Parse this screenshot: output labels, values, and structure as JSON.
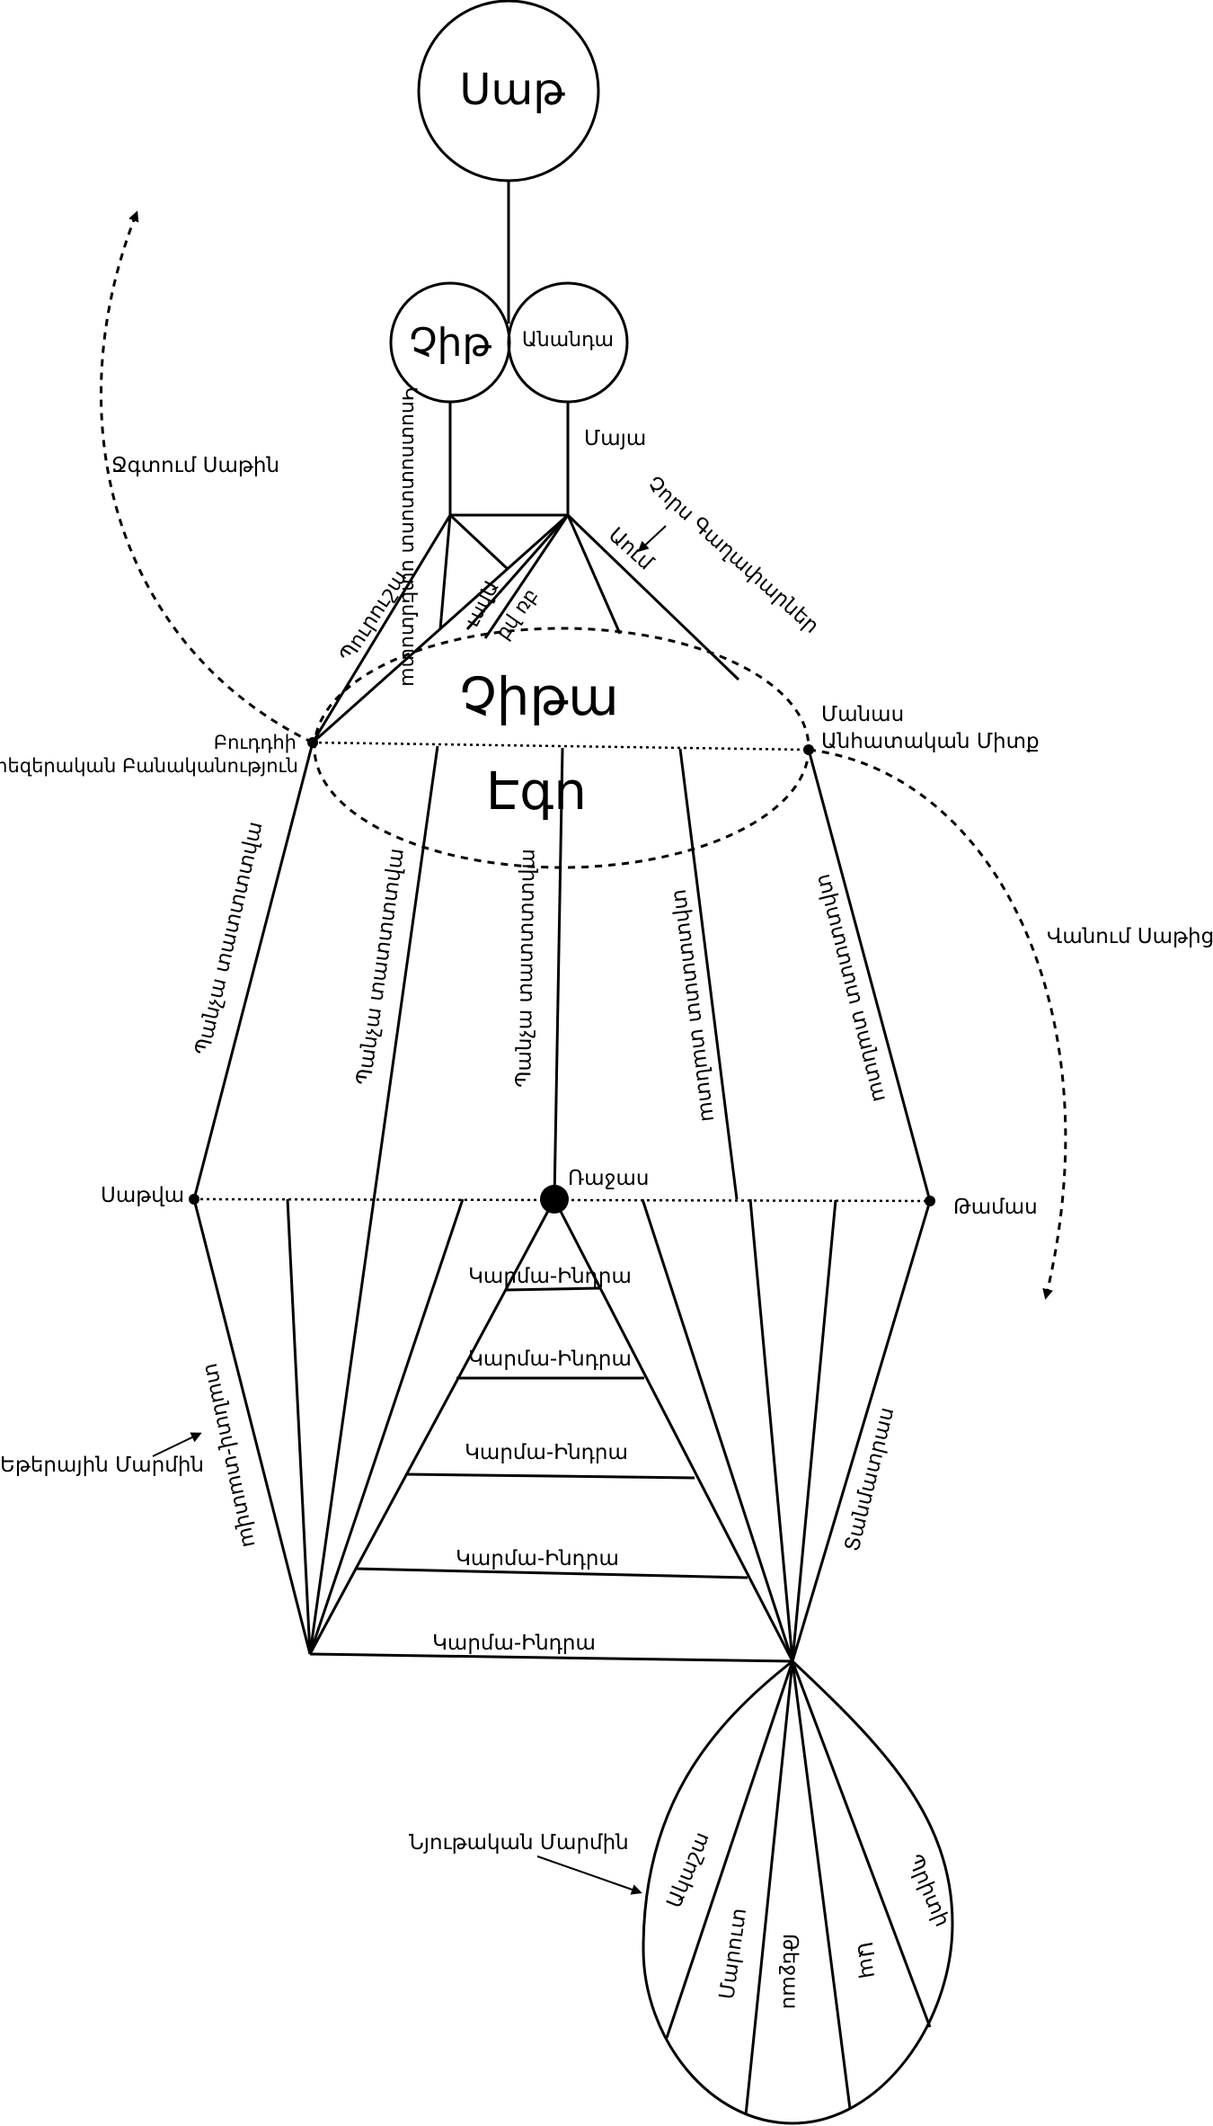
{
  "circles": {
    "sat": "Սաթ",
    "chit": "Չիթ",
    "ananda": "Անանդա"
  },
  "chit_stem_label": "Կոստոստտսոտ ստեմտստա",
  "maya": "Մայա",
  "aum": "Աում",
  "chor_gaghaparner": "Չորս Գաղափարներ",
  "purusha": "Պուրուշա",
  "leaf_labels": {
    "left1": "ւսվԱ",
    "left2": "բվ ռբ",
    "kala": "Կալա"
  },
  "chitta": "Չիթա",
  "ego": "Էգո",
  "left_node": {
    "name": "Բուդդհի",
    "sub": "Տիեզերական Բանականություն"
  },
  "right_node": {
    "line1": "Մանաս",
    "line2": "Անհատական Միտք"
  },
  "left_arc": "Ջգտում Սաթին",
  "right_arc": "Վանում Սաթից",
  "mid_labels": [
    "Պանչա տատտտտվա",
    "Պանչա տատտտտվա",
    "Պանչա տատտտտվա",
    "տիտտտտտ տանտա",
    "տիտտտտտ տանտա"
  ],
  "sattva": "Սաթվա",
  "rajas": "Ռաջաս",
  "tamas": "Թամաս",
  "karma_indra": [
    "Կարմա-Ինդրա",
    "Կարմա-Ինդրա",
    "Կարմա-Ինդրա",
    "Կարմա-Ինդրա",
    "Կարմա-Ինդրա"
  ],
  "ethereal_body": "Եթերային Մարմին",
  "tattva_left": "տանտվ-տատվա",
  "tanmatras": "Տանմատրաս",
  "material_body": "Նյութական Մարմին",
  "bottom_labels": [
    "Ակաշա",
    "Մարուտ",
    "Թեջաս",
    "Ապ",
    "Պրիտի"
  ],
  "icons": {
    "arrow": "arrow-icon"
  }
}
